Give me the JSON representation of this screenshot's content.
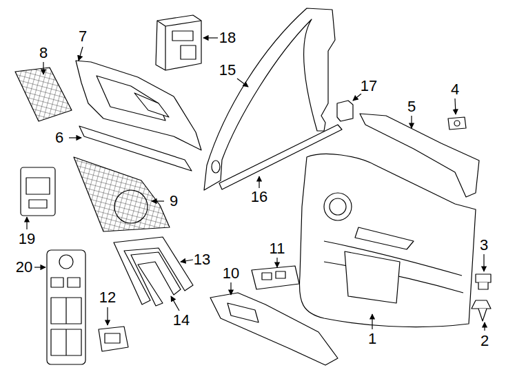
{
  "diagram": {
    "labels": [
      "7",
      "18",
      "8",
      "15",
      "4",
      "17",
      "5",
      "6",
      "9",
      "16",
      "19",
      "3",
      "13",
      "10",
      "11",
      "20",
      "12",
      "14",
      "1",
      "2"
    ]
  }
}
